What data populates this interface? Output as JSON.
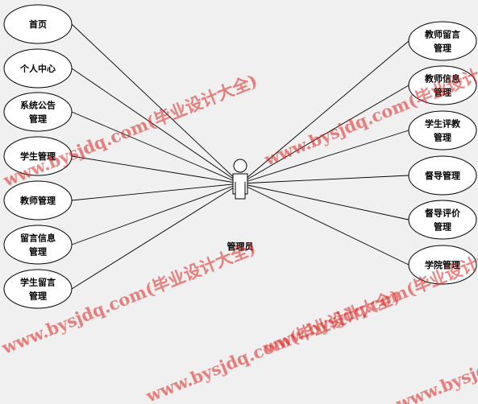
{
  "actor": {
    "label": "管理员"
  },
  "left_use_cases": [
    {
      "lines": [
        "首页"
      ]
    },
    {
      "lines": [
        "个人中心"
      ]
    },
    {
      "lines": [
        "系统公告",
        "管理"
      ]
    },
    {
      "lines": [
        "学生管理"
      ]
    },
    {
      "lines": [
        "教师管理"
      ]
    },
    {
      "lines": [
        "留言信息",
        "管理"
      ]
    },
    {
      "lines": [
        "学生留言",
        "管理"
      ]
    }
  ],
  "right_use_cases": [
    {
      "lines": [
        "教师留言",
        "管理"
      ]
    },
    {
      "lines": [
        "教师信息",
        "管理"
      ]
    },
    {
      "lines": [
        "学生评教",
        "管理"
      ]
    },
    {
      "lines": [
        "督导管理"
      ]
    },
    {
      "lines": [
        "督导评价",
        "管理"
      ]
    },
    {
      "lines": [
        "学院管理"
      ]
    }
  ],
  "watermark": {
    "text": "www.bysjdq.com(毕业设计大全)",
    "color": "#e0201c"
  }
}
